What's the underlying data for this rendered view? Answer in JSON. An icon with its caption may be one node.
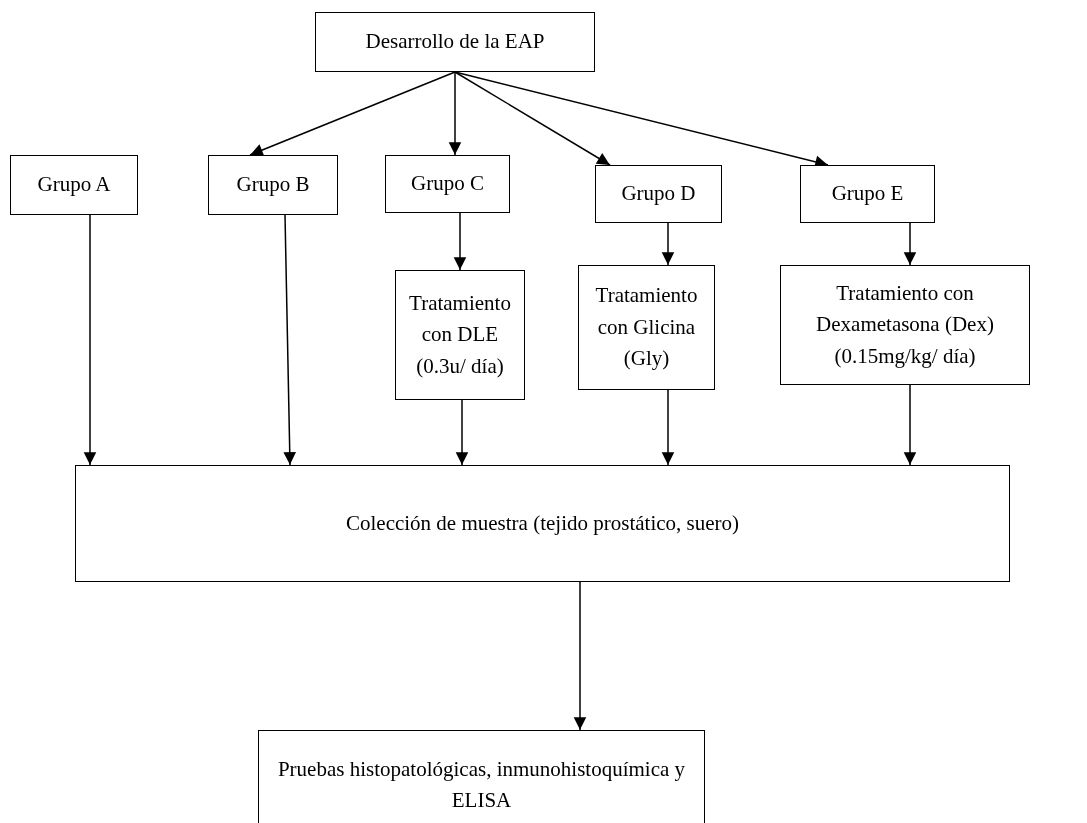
{
  "diagram": {
    "nodes": [
      {
        "text": [
          "Desarrollo de la EAP"
        ]
      },
      {
        "text": [
          "Grupo A"
        ]
      },
      {
        "text": [
          "Grupo B"
        ]
      },
      {
        "text": [
          "Grupo C"
        ]
      },
      {
        "text": [
          "Grupo D"
        ]
      },
      {
        "text": [
          "Grupo E"
        ]
      },
      {
        "text": [
          "Tratamiento con DLE (0.3u/ día)"
        ]
      },
      {
        "text": [
          "Tratamiento con Glicina (Gly)"
        ]
      },
      {
        "text": [
          "Tratamiento con Dexametasona (Dex)(0.15mg/kg/ día)"
        ]
      },
      {
        "text": [
          "Colección de muestra (tejido prostático, suero)"
        ]
      },
      {
        "text": [
          "Pruebas histopatológicas, inmunohistoquímica y ELISA"
        ]
      }
    ],
    "edges": [
      {
        "from": 0,
        "to": 2,
        "arrow": "to"
      },
      {
        "from": 0,
        "to": 3,
        "arrow": "to"
      },
      {
        "from": 0,
        "to": 4,
        "arrow": "to"
      },
      {
        "from": 0,
        "to": 5,
        "arrow": "to"
      },
      {
        "from": 1,
        "to": 9,
        "arrow": "to"
      },
      {
        "from": 2,
        "to": 9,
        "arrow": "to"
      },
      {
        "from": 3,
        "to": 6,
        "arrow": "to"
      },
      {
        "from": 4,
        "to": 7,
        "arrow": "to"
      },
      {
        "from": 5,
        "to": 8,
        "arrow": "to"
      },
      {
        "from": 6,
        "to": 9,
        "arrow": "to"
      },
      {
        "from": 7,
        "to": 9,
        "arrow": "to"
      },
      {
        "from": 8,
        "to": 9,
        "arrow": "to"
      },
      {
        "from": 9,
        "to": 10,
        "arrow": "to"
      }
    ]
  }
}
